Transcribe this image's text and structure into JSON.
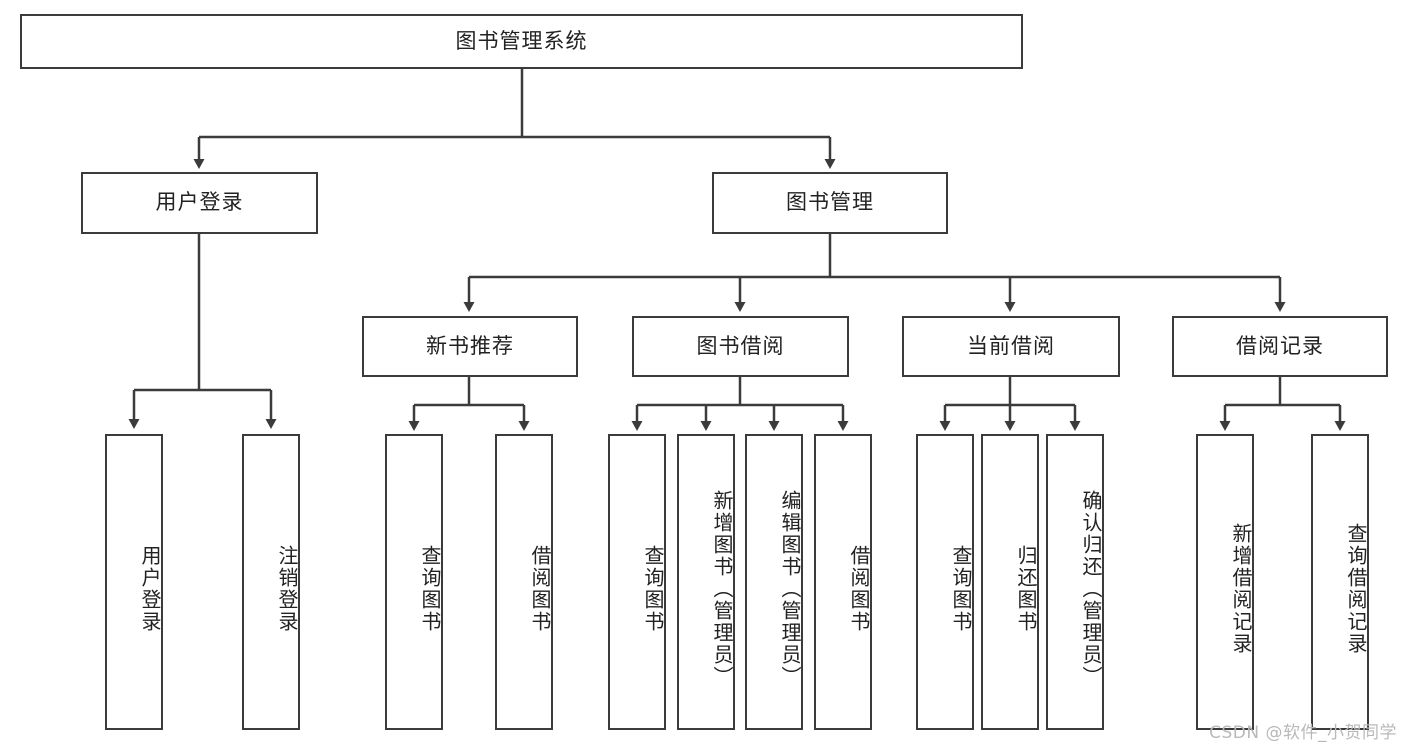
{
  "diagram": {
    "title": "图书管理系统",
    "watermark": "CSDN @软件_小贺同学",
    "colors": {
      "box_border": "#3b3b3b",
      "connector": "#3b3b3b",
      "background": "#ffffff",
      "text": "#222222",
      "watermark": "#b9b9b9"
    },
    "root": {
      "label": "图书管理系统"
    },
    "level2": [
      {
        "label": "用户登录"
      },
      {
        "label": "图书管理"
      }
    ],
    "level3": [
      {
        "label": "新书推荐"
      },
      {
        "label": "图书借阅"
      },
      {
        "label": "当前借阅"
      },
      {
        "label": "借阅记录"
      }
    ],
    "leaves": {
      "user_login": [
        {
          "label": "用户登录"
        },
        {
          "label": "注销登录"
        }
      ],
      "new_book_recommend": [
        {
          "label": "查询图书"
        },
        {
          "label": "借阅图书"
        }
      ],
      "book_borrow": [
        {
          "label": "查询图书"
        },
        {
          "label": "新增图书（管理员）"
        },
        {
          "label": "编辑图书（管理员）"
        },
        {
          "label": "借阅图书"
        }
      ],
      "current_borrow": [
        {
          "label": "查询图书"
        },
        {
          "label": "归还图书"
        },
        {
          "label": "确认归还（管理员）"
        }
      ],
      "borrow_record": [
        {
          "label": "新增借阅记录"
        },
        {
          "label": "查询借阅记录"
        }
      ]
    }
  }
}
